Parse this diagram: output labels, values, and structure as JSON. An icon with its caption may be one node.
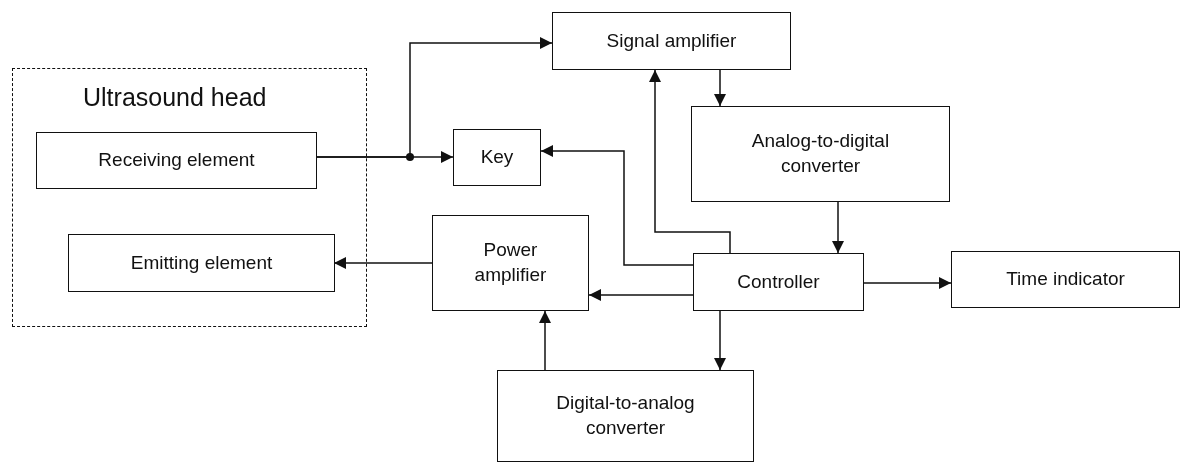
{
  "diagram": {
    "nodes": [
      {
        "text": [
          "Ultrasound head"
        ]
      },
      {
        "text": [
          "Receiving element"
        ],
        "in": 0
      },
      {
        "text": [
          "Emitting element"
        ],
        "in": 0
      },
      {
        "text": [
          "Key"
        ]
      },
      {
        "text": [
          "Signal amplifier"
        ]
      },
      {
        "text": [
          "Analog-to-digital converter"
        ]
      },
      {
        "text": [
          "Power amplifier"
        ]
      },
      {
        "text": [
          "Controller"
        ]
      },
      {
        "text": [
          "Time indicator"
        ]
      },
      {
        "text": [
          "Digital-to-analog converter"
        ]
      }
    ],
    "edges": [
      {
        "from": 1,
        "to": 3,
        "arrow": "to"
      },
      {
        "from": 1,
        "to": 4,
        "arrow": "to"
      },
      {
        "from": 4,
        "to": 5,
        "arrow": "to"
      },
      {
        "from": 5,
        "to": 7,
        "arrow": "to"
      },
      {
        "from": 7,
        "to": 3,
        "arrow": "to"
      },
      {
        "from": 7,
        "to": 4,
        "arrow": "to"
      },
      {
        "from": 7,
        "to": 6,
        "arrow": "to"
      },
      {
        "from": 7,
        "to": 8,
        "arrow": "to"
      },
      {
        "from": 7,
        "to": 9,
        "arrow": "to"
      },
      {
        "from": 9,
        "to": 6,
        "arrow": "to"
      },
      {
        "from": 6,
        "to": 2,
        "arrow": "to"
      }
    ]
  }
}
